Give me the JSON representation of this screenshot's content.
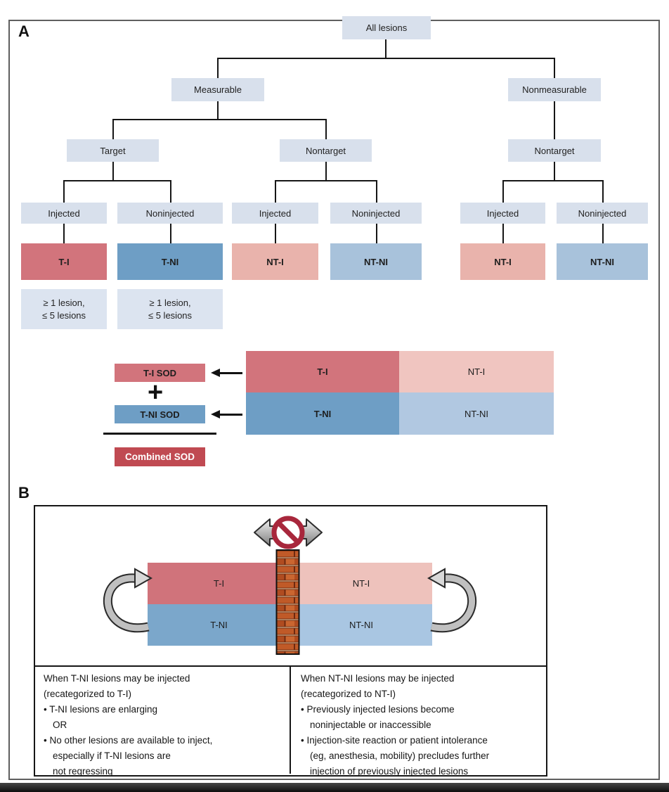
{
  "panel_a": {
    "panel_label": "A",
    "tree": {
      "all_lesions": "All lesions",
      "measurable": "Measurable",
      "nonmeasurable": "Nonmeasurable",
      "target": "Target",
      "nontarget_measurable": "Nontarget",
      "nontarget_nonmeasurable": "Nontarget",
      "injected_target": "Injected",
      "noninjected_target": "Noninjected",
      "injected_nontarget": "Injected",
      "noninjected_nontarget": "Noninjected",
      "injected_nonmeasurable": "Injected",
      "noninjected_nonmeasurable": "Noninjected",
      "ti": "T-I",
      "tni": "T-NI",
      "nti_measurable": "NT-I",
      "ntni_measurable": "NT-NI",
      "nti_nonmeasurable": "NT-I",
      "ntni_nonmeasurable": "NT-NI",
      "criteria_line1": "≥ 1 lesion,",
      "criteria_line2": "≤ 5 lesions"
    },
    "sod": {
      "ti_sod": "T-I SOD",
      "plus": "+",
      "tni_sod": "T-NI SOD",
      "combined_sod": "Combined SOD",
      "grid_ti": "T-I",
      "grid_nti": "NT-I",
      "grid_tni": "T-NI",
      "grid_ntni": "NT-NI"
    }
  },
  "panel_b": {
    "panel_label": "B",
    "grid_ti": "T-I",
    "grid_nti": "NT-I",
    "grid_tni": "T-NI",
    "grid_ntni": "NT-NI",
    "left_rules": {
      "l1": "When T-NI lesions may be injected",
      "l2": "(recategorized to T-I)",
      "l3": "• T-NI lesions are enlarging",
      "l4": "OR",
      "l5": "• No other lesions are available to inject,",
      "l6": "especially if T-NI lesions are",
      "l7": "not regressing"
    },
    "right_rules": {
      "l1": "When NT-NI lesions may be injected",
      "l2": "(recategorized to NT-I)",
      "l3": "• Previously injected lesions become",
      "l4": "noninjectable or inaccessible",
      "l5": "• Injection-site reaction or patient intolerance",
      "l6": "(eg, anesthesia, mobility) precludes further",
      "l7": "injection of previously injected lesions"
    }
  },
  "colors": {
    "node_box_bg": "#d8e0ec",
    "target_injected_red": "#d2747c",
    "target_noninjected_blue": "#6e9ec5",
    "nontarget_injected_pink": "#e9b3ac",
    "nontarget_noninjected_lightblue": "#a8c2db",
    "grid_pink_light": "#f0c5c0",
    "grid_blue_light": "#b1c8e1",
    "combined_sod_red": "#c0444e",
    "prohibition_red": "#a8273c",
    "brick_orange": "#c05a28",
    "arrow_gray": "#c0c0c0"
  },
  "icons": [
    "prohibition-icon",
    "double-arrow-icon",
    "brick-wall-icon",
    "curved-arrow-left-icon",
    "curved-arrow-right-icon",
    "left-arrow-icon"
  ]
}
